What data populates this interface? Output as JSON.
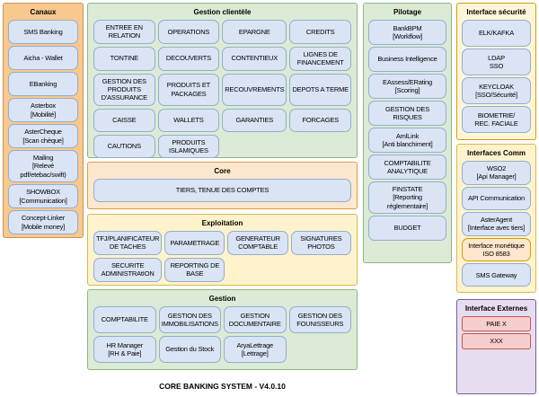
{
  "app": {
    "caption": "CORE BANKING SYSTEM - V4.0.10"
  },
  "colors": {
    "module_fill": "#dae4f5",
    "module_border": "#94aecb",
    "orange_panel": "#f8c88f",
    "green_panel": "#dcebd5",
    "peach_panel": "#fde7cd",
    "yellow_panel": "#fff3cd",
    "purple_panel": "#e6def0",
    "orange_module_fill": "#ffe6cc",
    "pink_module_fill": "#f8cecc",
    "pink_module_border": "#c0564f"
  },
  "panels": {
    "canaux": {
      "title": "Canaux",
      "items": [
        "SMS Banking",
        "Aicha - Wallet",
        "EBanking",
        "Asterbox\n[Mobilité]",
        "AsterCheque\n[Scan chèque]",
        "Mailing\n[Relevé\npdf/etebac/swift)",
        "SHOWBOX\n[Communication]",
        "Concept-Linker\n[Mobile money]"
      ]
    },
    "clientele": {
      "title": "Gestion clientèle",
      "items": [
        "ENTREE EN RELATION",
        "OPERATIONS",
        "EPARGNE",
        "CREDITS",
        "TONTINE",
        "DECOUVERTS",
        "CONTENTIEUX",
        "LIGNES DE FINANCEMENT",
        "GESTION DES PRODUITS D'ASSURANCE",
        "PRODUITS ET PACKAGES",
        "RECOUVREMENTS",
        "DEPOTS A TERME",
        "CAISSE",
        "WALLETS",
        "GARANTIES",
        "FORCAGES",
        "CAUTIONS",
        "PRODUITS ISLAMIQUES"
      ]
    },
    "core": {
      "title": "Core",
      "items": [
        "TIERS, TENUE DES COMPTES"
      ]
    },
    "exploitation": {
      "title": "Exploitation",
      "items": [
        "TFJ/PLANIFICATEUR DE TACHES",
        "PARAMETRAGE",
        "GENERATEUR COMPTABLE",
        "SIGNATURES PHOTOS",
        "SECURITE ADMINISTRAtION",
        "REPORTING DE BASE"
      ]
    },
    "gestion": {
      "title": "Gestion",
      "items": [
        "COMPTABILITE",
        "GESTION DES IMMOBILISATIONS",
        "GESTION DOCUMENTAIRE",
        "GESTION DES FOUNISSEURS",
        "HR Manager\n[RH & Paie]",
        "Gestion du Stock",
        "AryaLettrage\n[Lettrage]"
      ]
    },
    "pilotage": {
      "title": "Pilotage",
      "items": [
        "BankBPM\n[Workflow]",
        "Business Intelligence",
        "EAssess/ERating\n[Scoring]",
        "GESTION DES RISQUES",
        "AmlLink\n[Anti blanchiment]",
        "COMPTABILITE ANALYTIQUE",
        "FINSTATE\n[Reporting\nréglementaire]",
        "BUDGET"
      ]
    },
    "securite": {
      "title": "Interface sécurité",
      "items": [
        "ELK/KAFKA",
        "LDAP\nSSO",
        "KEYCLOAK\n[SSO/Sécurité]",
        "BIOMETRIE/\nREC. FACIALE"
      ]
    },
    "comm": {
      "title": "Interfaces Comm",
      "items": [
        "WSO2\n[Api Manager]",
        "API Communication",
        "AsterAgent\n[Interface avec tiers]",
        "Interface monétique\nISO 8583",
        "SMS Gateway"
      ]
    },
    "externes": {
      "title": "Interface Externes",
      "items": [
        "PAIE X",
        "XXX"
      ]
    }
  }
}
